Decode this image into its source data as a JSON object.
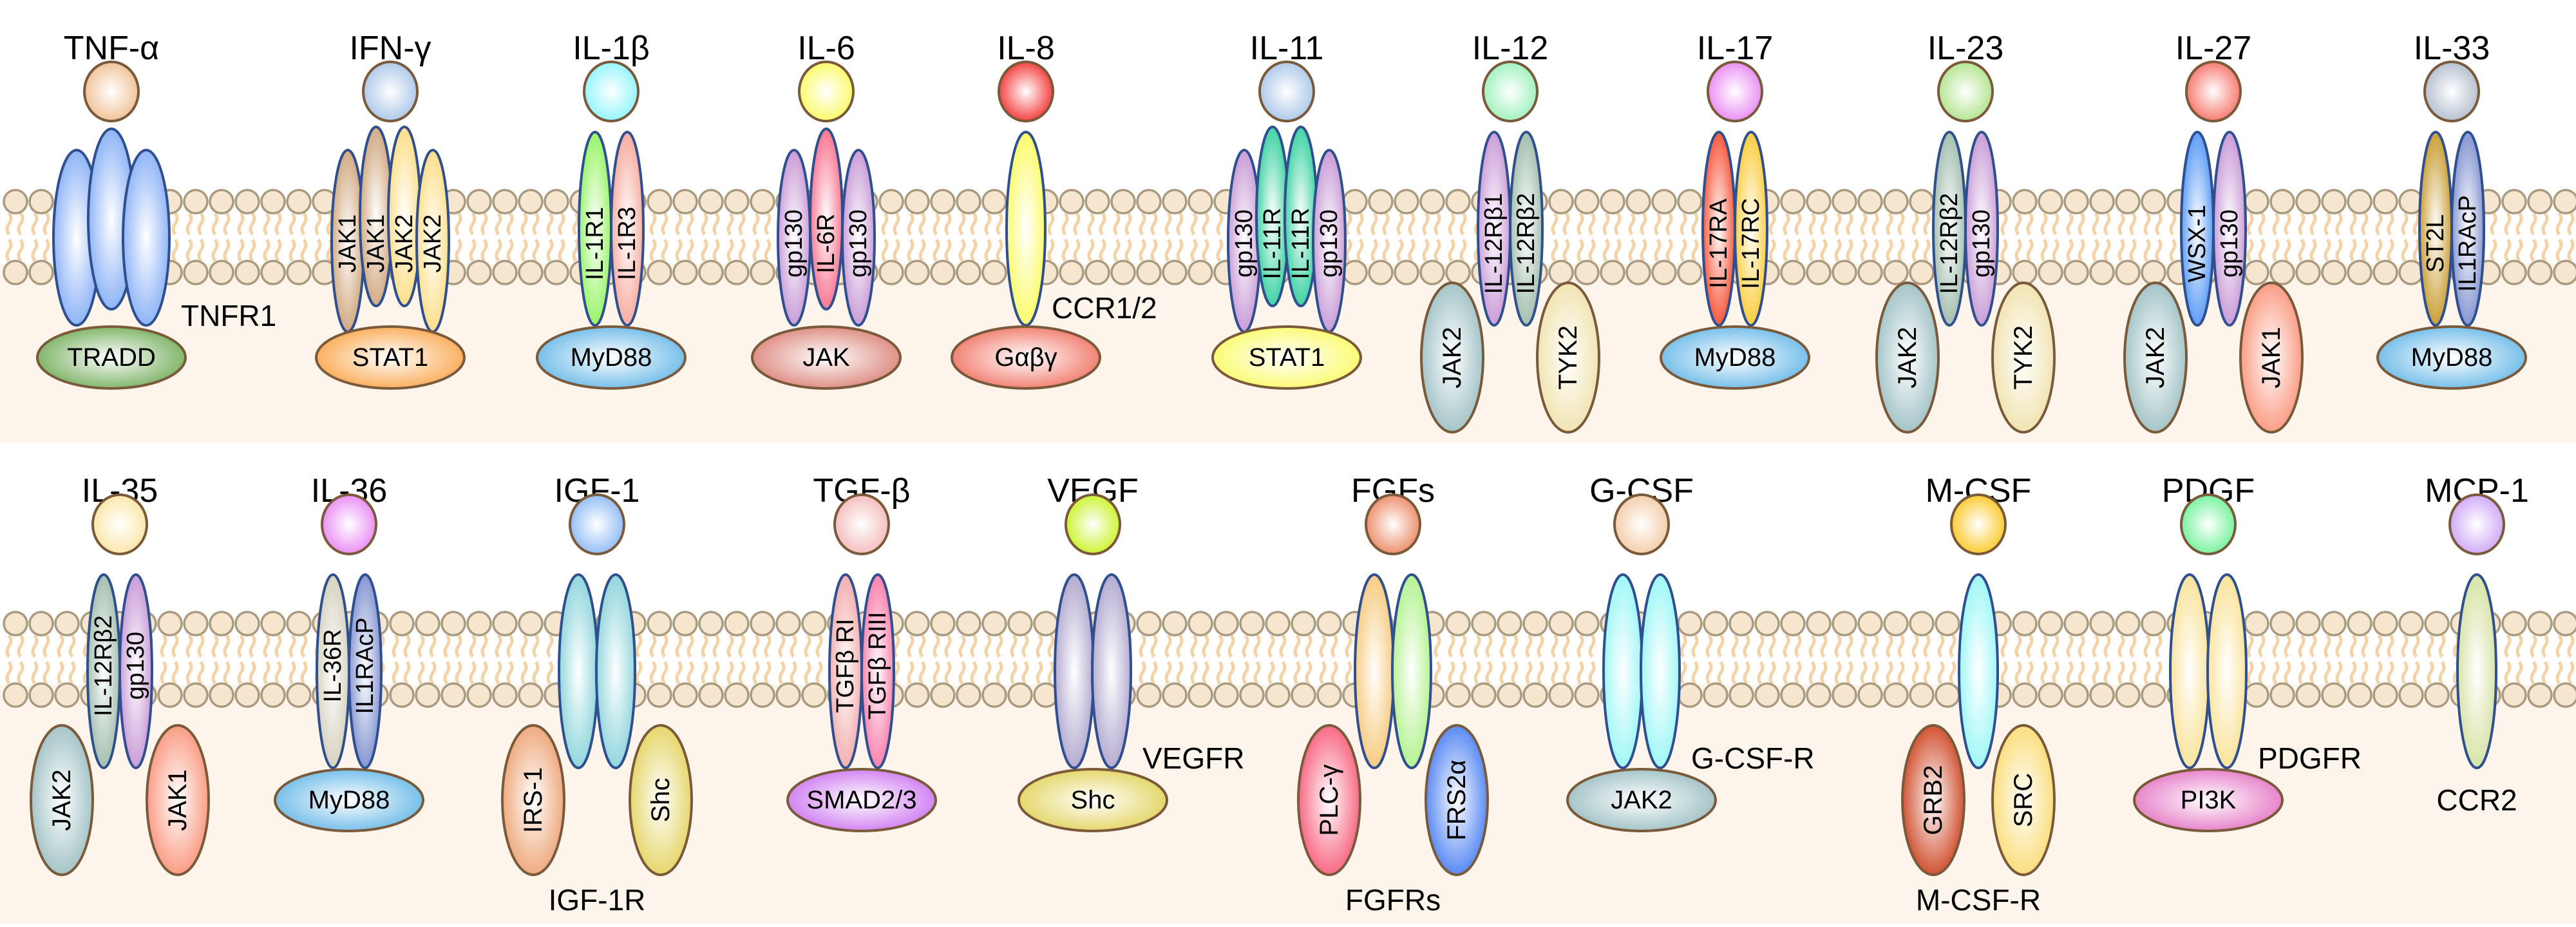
{
  "figure": {
    "type": "cytokine receptor signaling overview",
    "colors": {
      "cytoplasm": "#fdf5ec",
      "head_fill": "#f6e6cf",
      "head_stroke": "#a89b80",
      "tail": "#f3d3a8",
      "receptor_stroke": "#2f4f8f",
      "ligand_stroke": "#7a5a3a"
    },
    "rows": [
      {
        "name": "top-row",
        "columns": [
          {
            "id": "tnf-alpha",
            "title": "TNF-α",
            "ligand_color": "#eeb886",
            "receptor_label": "TNFR1",
            "receptors": [
              {
                "label": "",
                "color": "#7aa6f5"
              },
              {
                "label": "",
                "color": "#7aa6f5"
              },
              {
                "label": "",
                "color": "#7aa6f5"
              }
            ],
            "adaptors": [
              {
                "label": "TRADD",
                "color": "#6aa84f"
              }
            ]
          },
          {
            "id": "ifn-gamma",
            "title": "IFN-γ",
            "ligand_color": "#9fbfe6",
            "receptor_label": "",
            "receptors": [
              {
                "label": "JAK1",
                "color": "#c99a6c"
              },
              {
                "label": "JAK1",
                "color": "#c99a6c"
              },
              {
                "label": "JAK2",
                "color": "#fcd874"
              },
              {
                "label": "JAK2",
                "color": "#fcd874"
              }
            ],
            "adaptors": [
              {
                "label": "STAT1",
                "color": "#f9a03f"
              }
            ]
          },
          {
            "id": "il-1beta",
            "title": "IL-1β",
            "ligand_color": "#7ff3fb",
            "receptor_label": "",
            "receptors": [
              {
                "label": "IL-1R1",
                "color": "#86f24e"
              },
              {
                "label": "IL-1R3",
                "color": "#f59e8e"
              }
            ],
            "adaptors": [
              {
                "label": "MyD88",
                "color": "#5db3e6"
              }
            ]
          },
          {
            "id": "il-6",
            "title": "IL-6",
            "ligand_color": "#fafa50",
            "receptor_label": "",
            "receptors": [
              {
                "label": "gp130",
                "color": "#c08ad0"
              },
              {
                "label": "IL-6R",
                "color": "#f55f7e"
              },
              {
                "label": "gp130",
                "color": "#c08ad0"
              }
            ],
            "adaptors": [
              {
                "label": "JAK",
                "color": "#d87a6e"
              }
            ]
          },
          {
            "id": "il-8",
            "title": "IL-8",
            "ligand_color": "#f21e1e",
            "receptor_label": "CCR1/2",
            "receptors": [
              {
                "label": "",
                "color": "#fafa50"
              }
            ],
            "adaptors": [
              {
                "label": "Gαβγ",
                "color": "#ef6a5a"
              }
            ]
          },
          {
            "id": "il-11",
            "title": "IL-11",
            "ligand_color": "#9fbfe6",
            "receptor_label": "",
            "receptors": [
              {
                "label": "gp130",
                "color": "#c08ad0"
              },
              {
                "label": "IL-11R",
                "color": "#1ccb92"
              },
              {
                "label": "IL-11R",
                "color": "#1ccb92"
              },
              {
                "label": "gp130",
                "color": "#c08ad0"
              }
            ],
            "adaptors": [
              {
                "label": "STAT1",
                "color": "#fafa5a"
              }
            ]
          },
          {
            "id": "il-12",
            "title": "IL-12",
            "ligand_color": "#8ff0b4",
            "receptor_label": "",
            "receptors": [
              {
                "label": "IL-12Rβ1",
                "color": "#c08ad0"
              },
              {
                "label": "IL-12Rβ2",
                "color": "#93b3a0"
              }
            ],
            "adaptors": [
              {
                "label": "JAK2",
                "color": "#93b9bd",
                "vertical": true
              },
              {
                "label": "TYK2",
                "color": "#eedfa4",
                "vertical": true
              }
            ]
          },
          {
            "id": "il-17",
            "title": "IL-17",
            "ligand_color": "#e57af2",
            "receptor_label": "",
            "receptors": [
              {
                "label": "IL-17RA",
                "color": "#f53a1a"
              },
              {
                "label": "IL-17RC",
                "color": "#f9c51e"
              }
            ],
            "adaptors": [
              {
                "label": "MyD88",
                "color": "#5db3e6"
              }
            ]
          },
          {
            "id": "il-23",
            "title": "IL-23",
            "ligand_color": "#a6e07e",
            "receptor_label": "",
            "receptors": [
              {
                "label": "IL-12Rβ2",
                "color": "#93b3a0"
              },
              {
                "label": "gp130",
                "color": "#c08ad0"
              }
            ],
            "adaptors": [
              {
                "label": "JAK2",
                "color": "#93b9bd",
                "vertical": true
              },
              {
                "label": "TYK2",
                "color": "#eedfa4",
                "vertical": true
              }
            ]
          },
          {
            "id": "il-27",
            "title": "IL-27",
            "ligand_color": "#f56256",
            "receptor_label": "",
            "receptors": [
              {
                "label": "WSX-1",
                "color": "#3f8af5"
              },
              {
                "label": "gp130",
                "color": "#c08ad0"
              }
            ],
            "adaptors": [
              {
                "label": "JAK2",
                "color": "#93b9bd",
                "vertical": true
              },
              {
                "label": "JAK1",
                "color": "#f98a6e",
                "vertical": true
              }
            ]
          },
          {
            "id": "il-33",
            "title": "IL-33",
            "ligand_color": "#a8b4c6",
            "receptor_label": "",
            "receptors": [
              {
                "label": "ST2L",
                "color": "#c08d10"
              },
              {
                "label": "IL1RAcP",
                "color": "#6f83c9"
              }
            ],
            "adaptors": [
              {
                "label": "MyD88",
                "color": "#5db3e6"
              }
            ]
          }
        ]
      },
      {
        "name": "bottom-row",
        "columns": [
          {
            "id": "il-35",
            "title": "IL-35",
            "ligand_color": "#fbe39a",
            "receptor_label": "",
            "receptors": [
              {
                "label": "IL-12Rβ2",
                "color": "#93b3a0"
              },
              {
                "label": "gp130",
                "color": "#c08ad0"
              }
            ],
            "adaptors": [
              {
                "label": "JAK2",
                "color": "#93b9bd",
                "vertical": true
              },
              {
                "label": "JAK1",
                "color": "#f98a6e",
                "vertical": true
              }
            ]
          },
          {
            "id": "il-36",
            "title": "IL-36",
            "ligand_color": "#e57af2",
            "receptor_label": "",
            "receptors": [
              {
                "label": "IL-36R",
                "color": "#cfcab4"
              },
              {
                "label": "IL1RAcP",
                "color": "#6f83c9"
              }
            ],
            "adaptors": [
              {
                "label": "MyD88",
                "color": "#5db3e6"
              }
            ]
          },
          {
            "id": "igf-1",
            "title": "IGF-1",
            "ligand_color": "#7fb2f5",
            "receptor_label": "IGF-1R",
            "receptors": [
              {
                "label": "",
                "color": "#7ecfd6"
              },
              {
                "label": "",
                "color": "#7ecfd6"
              }
            ],
            "adaptors": [
              {
                "label": "IRS-1",
                "color": "#eb9a66",
                "vertical": true
              },
              {
                "label": "Shc",
                "color": "#e0cf50",
                "vertical": true
              }
            ]
          },
          {
            "id": "tgf-beta",
            "title": "TGF-β",
            "ligand_color": "#f2b1b1",
            "receptor_label": "",
            "receptors": [
              {
                "label": "TGFβ RI",
                "color": "#f0a0a0"
              },
              {
                "label": "TGFβ RIII",
                "color": "#f76a9e"
              }
            ],
            "adaptors": [
              {
                "label": "SMAD2/3",
                "color": "#c96cf0"
              }
            ]
          },
          {
            "id": "vegf",
            "title": "VEGF",
            "ligand_color": "#c2f20a",
            "receptor_label": "VEGFR",
            "receptors": [
              {
                "label": "",
                "color": "#a59cc8"
              },
              {
                "label": "",
                "color": "#a59cc8"
              }
            ],
            "adaptors": [
              {
                "label": "Shc",
                "color": "#e0cf50"
              }
            ]
          },
          {
            "id": "fgfs",
            "title": "FGFs",
            "ligand_color": "#ea7a52",
            "receptor_label": "FGFRs",
            "receptors": [
              {
                "label": "",
                "color": "#f5c26a"
              },
              {
                "label": "",
                "color": "#a8f07e"
              }
            ],
            "adaptors": [
              {
                "label": "PLC-γ",
                "color": "#f54c6c",
                "vertical": true
              },
              {
                "label": "FRS2α",
                "color": "#3a74f2",
                "vertical": true
              }
            ]
          },
          {
            "id": "g-csf",
            "title": "G-CSF",
            "ligand_color": "#f2c49a",
            "receptor_label": "G-CSF-R",
            "receptors": [
              {
                "label": "",
                "color": "#8ef5f5"
              },
              {
                "label": "",
                "color": "#8ef5f5"
              }
            ],
            "adaptors": [
              {
                "label": "JAK2",
                "color": "#93b9bd"
              }
            ]
          },
          {
            "id": "m-csf",
            "title": "M-CSF",
            "ligand_color": "#fbc20a",
            "receptor_label": "M-CSF-R",
            "receptors": [
              {
                "label": "",
                "color": "#8ef5f5"
              }
            ],
            "adaptors": [
              {
                "label": "GRB2",
                "color": "#c8320c",
                "vertical": true
              },
              {
                "label": "SRC",
                "color": "#f9d864",
                "vertical": true
              }
            ]
          },
          {
            "id": "pdgf",
            "title": "PDGF",
            "ligand_color": "#5ef08e",
            "receptor_label": "PDGFR",
            "receptors": [
              {
                "label": "",
                "color": "#f9df8a"
              },
              {
                "label": "",
                "color": "#f9df8a"
              }
            ],
            "adaptors": [
              {
                "label": "PI3K",
                "color": "#e26cc0"
              }
            ]
          },
          {
            "id": "mcp-1",
            "title": "MCP-1",
            "ligand_color": "#c79af5",
            "receptor_label": "CCR2",
            "receptors": [
              {
                "label": "",
                "color": "#d1de96"
              }
            ],
            "adaptors": []
          }
        ]
      }
    ]
  }
}
